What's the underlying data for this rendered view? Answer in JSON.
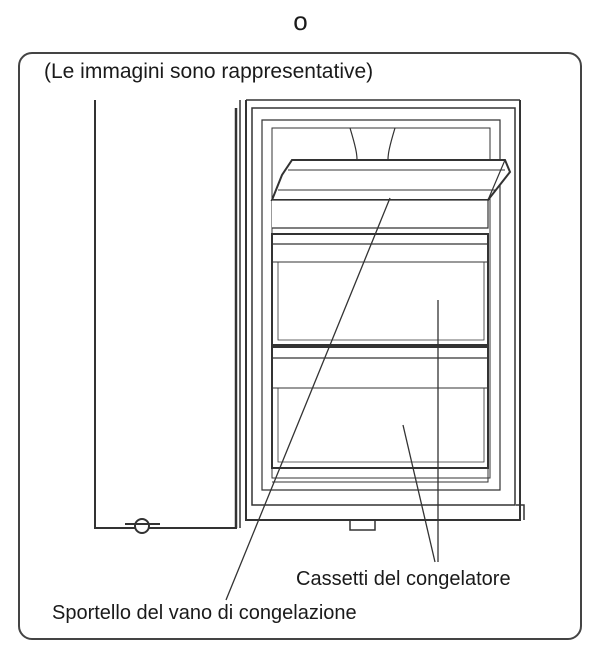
{
  "header": {
    "letter": "o"
  },
  "note": "(Le immagini sono rappresentative)",
  "callouts": {
    "drawers": "Cassetti del congelatore",
    "door": "Sportello del vano di congelazione"
  }
}
